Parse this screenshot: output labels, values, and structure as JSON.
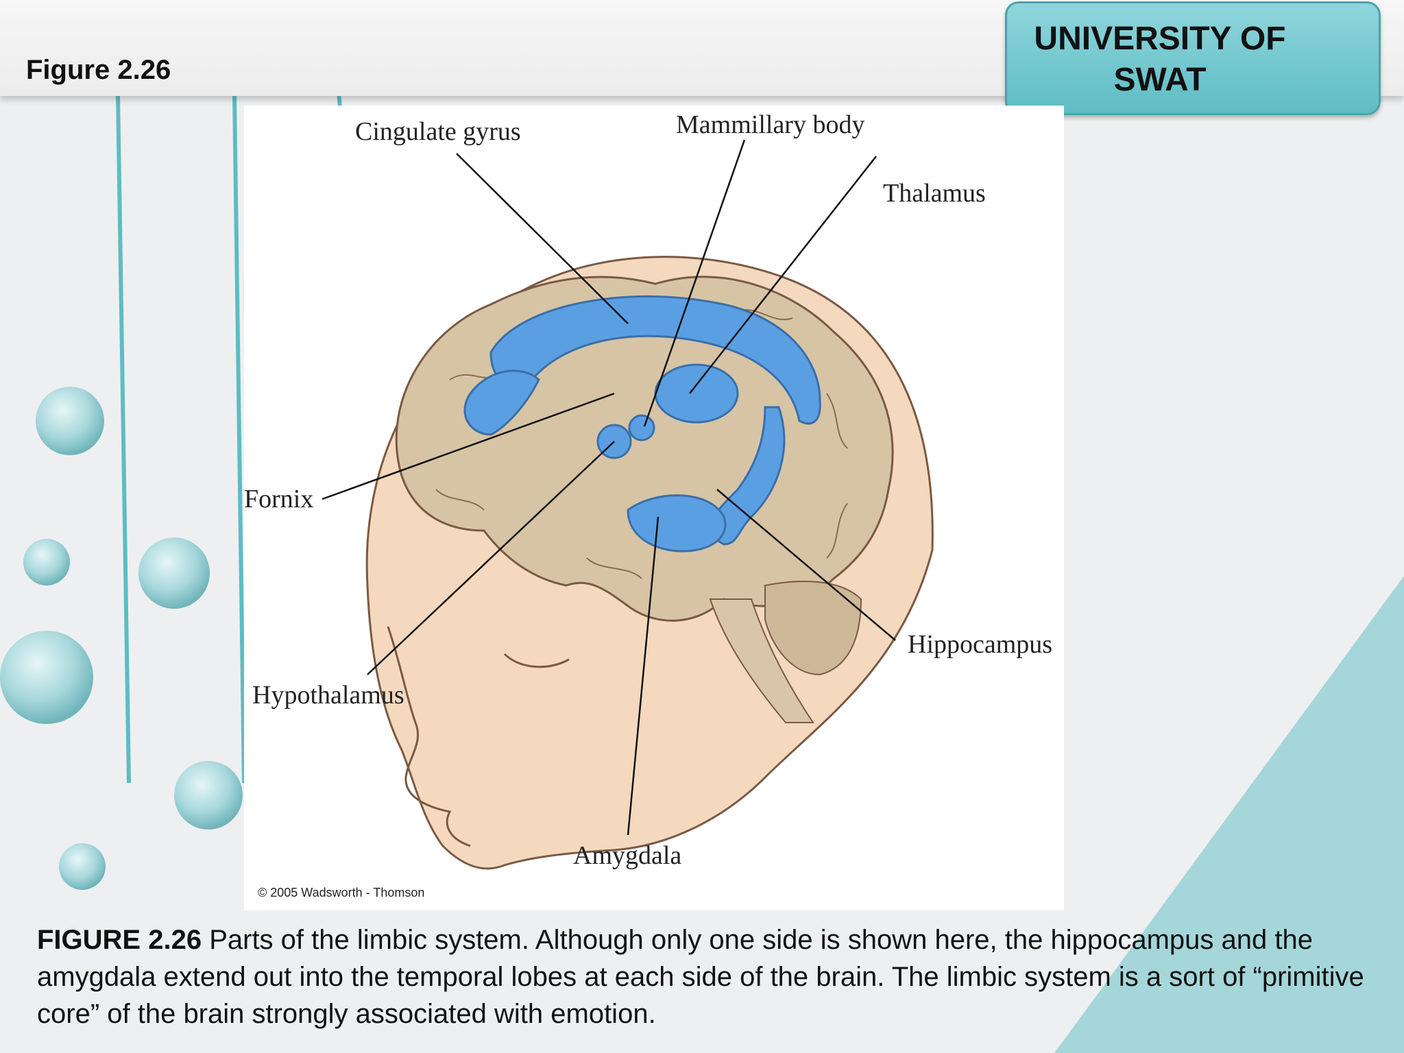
{
  "header": {
    "figure_label": "Figure 2.26"
  },
  "badge": {
    "line1": "UNIVERSITY OF",
    "line2": "SWAT"
  },
  "diagram": {
    "labels": {
      "cingulate_gyrus": "Cingulate gyrus",
      "mammillary_body": "Mammillary body",
      "thalamus": "Thalamus",
      "fornix": "Fornix",
      "hippocampus": "Hippocampus",
      "hypothalamus": "Hypothalamus",
      "amygdala": "Amygdala"
    },
    "copyright": "© 2005 Wadsworth - Thomson",
    "colors": {
      "limbic": "#5b9fe3",
      "brain": "#d7c4a5",
      "skin": "#f2d2b4"
    }
  },
  "caption": {
    "lead": "FIGURE 2.26",
    "text": " Parts of the limbic system. Although only one side is shown here, the hippocampus and the amygdala extend out into the temporal lobes at each side of the brain. The limbic system is a sort of “primitive core” of the brain strongly associated with emotion."
  }
}
